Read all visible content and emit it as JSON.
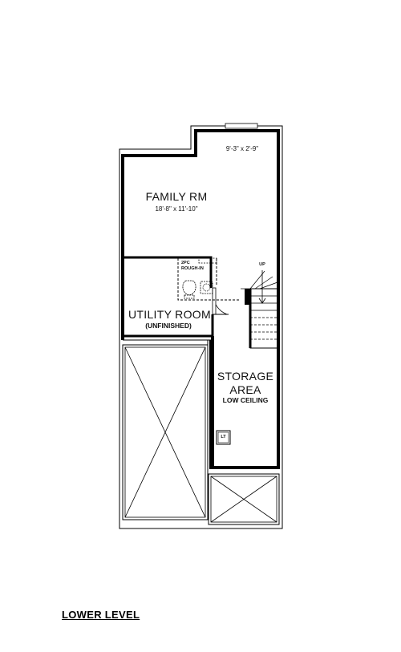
{
  "plan": {
    "level_title": "LOWER LEVEL",
    "rooms": {
      "family_rm": {
        "name": "FAMILY RM",
        "dims": "18'-8\" x 11'-10\""
      },
      "nook": {
        "dims": "9'-3\" x 2'-9\""
      },
      "utility": {
        "name": "UTILITY ROOM",
        "note": "(UNFINISHED)"
      },
      "bath_rough_in": {
        "line1": "2PC",
        "line2": "ROUGH-IN"
      },
      "storage": {
        "name_line1": "STORAGE",
        "name_line2": "AREA",
        "note": "LOW CEILING"
      }
    },
    "stair_label": "UP",
    "laundry_tub": "LT"
  }
}
